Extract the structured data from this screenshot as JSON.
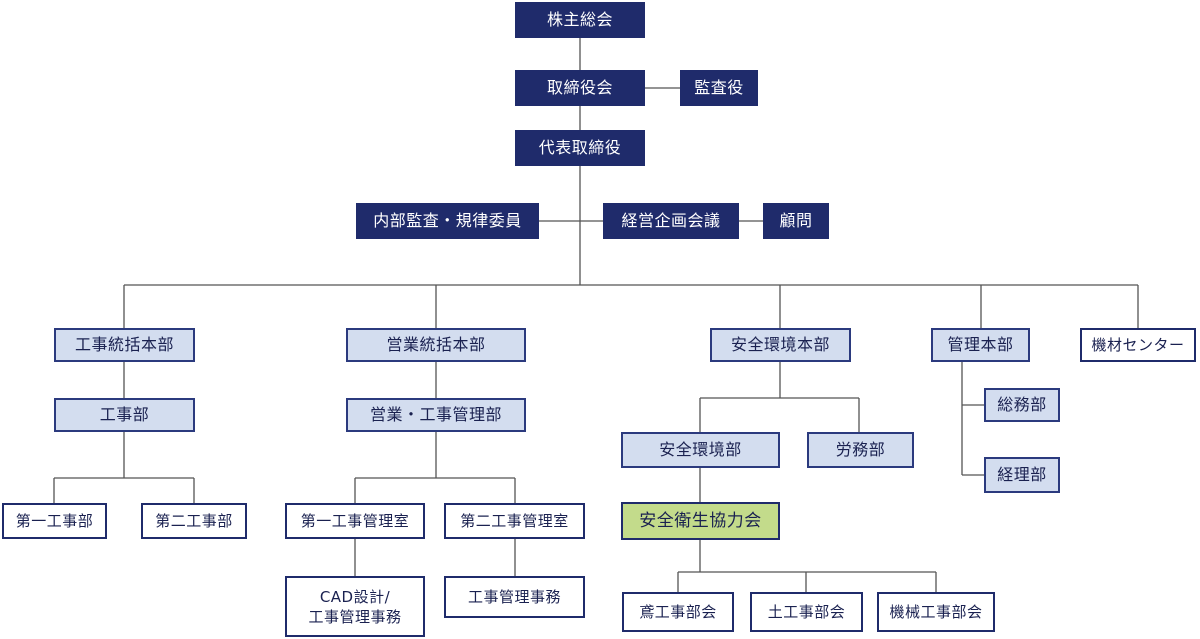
{
  "colors": {
    "dark": "#1f2b6b",
    "light": "#d3ddef",
    "light_border": "#2b3a7e",
    "green": "#c3db8b",
    "line": "#555555"
  },
  "nodes": {
    "shareholders": "株主総会",
    "board": "取締役会",
    "auditor": "監査役",
    "president": "代表取締役",
    "internal_audit": "内部監査・規律委員",
    "planning_council": "経営企画会議",
    "advisor": "顧問",
    "construction_hq": "工事統括本部",
    "sales_hq": "営業統括本部",
    "safety_hq": "安全環境本部",
    "admin_hq": "管理本部",
    "equipment_center": "機材センター",
    "construction_dept": "工事部",
    "sales_mgmt_dept": "営業・工事管理部",
    "safety_dept": "安全環境部",
    "labor_dept": "労務部",
    "general_affairs": "総務部",
    "accounting": "経理部",
    "construction_1": "第一工事部",
    "construction_2": "第二工事部",
    "mgmt_office_1": "第一工事管理室",
    "mgmt_office_2": "第二工事管理室",
    "safety_association": "安全衛生協力会",
    "cad": "CAD設計/\n工事管理事務",
    "mgmt_affairs": "工事管理事務",
    "tobi": "鳶工事部会",
    "civil": "土工事部会",
    "machinery": "機械工事部会"
  }
}
